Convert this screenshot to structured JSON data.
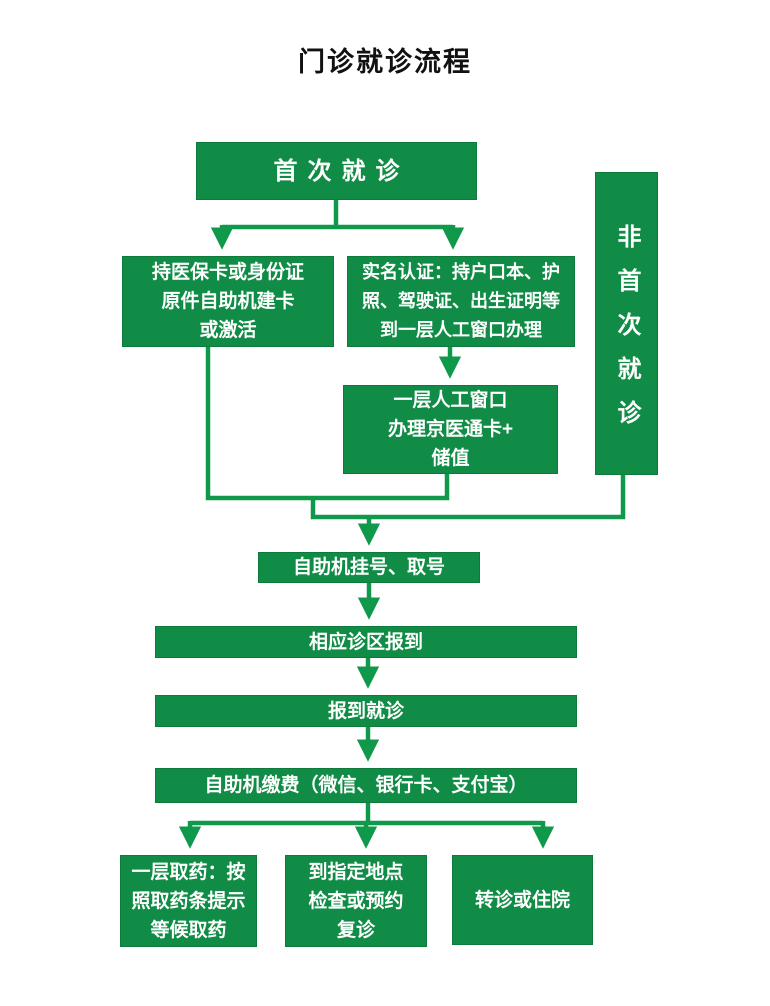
{
  "page": {
    "title": "门诊就诊流程"
  },
  "colors": {
    "box_green": "#118c46",
    "connector_green": "#10984b",
    "box_text": "#ffffff",
    "title_text": "#111111",
    "background": "#ffffff"
  },
  "flowchart": {
    "nodes": {
      "first_visit": {
        "label": "首次就诊"
      },
      "non_first_visit": {
        "label": "非首次就诊"
      },
      "insurance_card": {
        "lines": [
          "持医保卡或身份证",
          "原件自助机建卡",
          "或激活"
        ]
      },
      "real_name_auth": {
        "lines": [
          "实名认证：持户口本、护",
          "照、驾驶证、出生证明等",
          "到一层人工窗口办理"
        ]
      },
      "jingyitong_card": {
        "lines": [
          "一层人工窗口",
          "办理京医通卡+",
          "储值"
        ]
      },
      "self_register": {
        "label": "自助机挂号、取号"
      },
      "area_checkin": {
        "label": "相应诊区报到"
      },
      "checkin_visit": {
        "label": "报到就诊"
      },
      "self_pay": {
        "label": "自助机缴费（微信、银行卡、支付宝）"
      },
      "pickup_medicine": {
        "lines": [
          "一层取药：按",
          "照取药条提示",
          "等候取药"
        ]
      },
      "exam_or_followup": {
        "lines": [
          "到指定地点",
          "检查或预约",
          "复诊"
        ]
      },
      "transfer_or_hospitalize": {
        "label": "转诊或住院"
      }
    },
    "edges": [
      {
        "from": "first_visit",
        "to": "insurance_card"
      },
      {
        "from": "first_visit",
        "to": "real_name_auth"
      },
      {
        "from": "real_name_auth",
        "to": "jingyitong_card"
      },
      {
        "from": "insurance_card",
        "to": "self_register"
      },
      {
        "from": "jingyitong_card",
        "to": "self_register"
      },
      {
        "from": "non_first_visit",
        "to": "self_register"
      },
      {
        "from": "self_register",
        "to": "area_checkin"
      },
      {
        "from": "area_checkin",
        "to": "checkin_visit"
      },
      {
        "from": "checkin_visit",
        "to": "self_pay"
      },
      {
        "from": "self_pay",
        "to": "pickup_medicine"
      },
      {
        "from": "self_pay",
        "to": "exam_or_followup"
      },
      {
        "from": "self_pay",
        "to": "transfer_or_hospitalize"
      }
    ]
  }
}
